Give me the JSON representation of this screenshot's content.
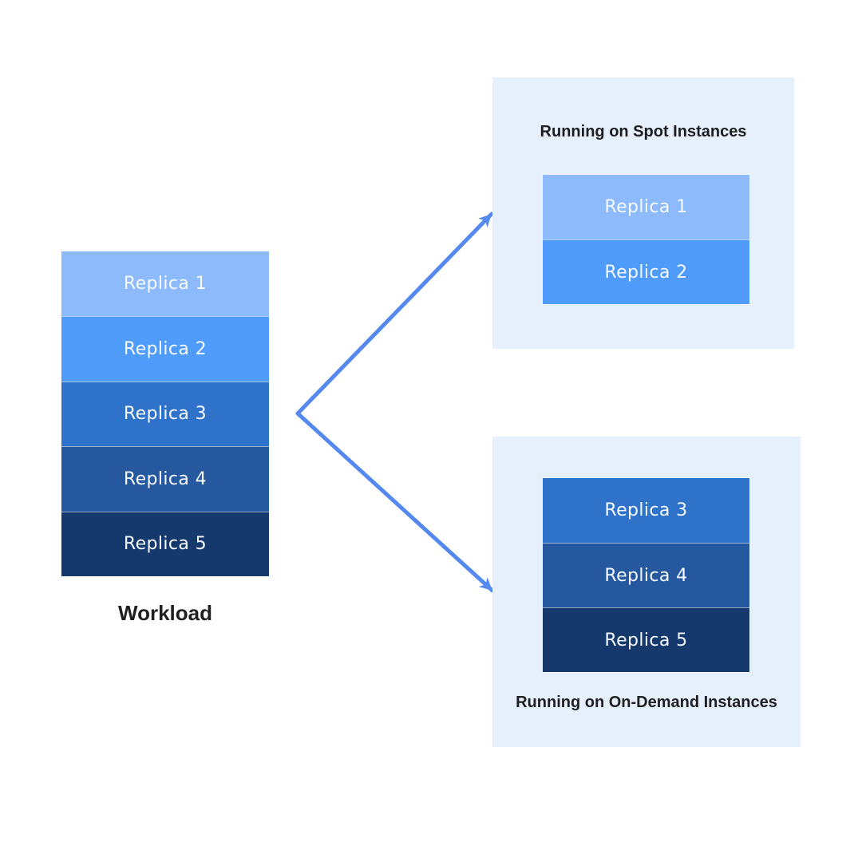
{
  "diagram": {
    "workload": {
      "label": "Workload",
      "replicas": [
        {
          "label": "Replica 1",
          "color": "#8CBAFB"
        },
        {
          "label": "Replica 2",
          "color": "#4F9BF9"
        },
        {
          "label": "Replica 3",
          "color": "#2E73C9"
        },
        {
          "label": "Replica 4",
          "color": "#25589E"
        },
        {
          "label": "Replica 5",
          "color": "#15396D"
        }
      ]
    },
    "spot_panel": {
      "title": "Running on Spot Instances",
      "background": "#E6EFFC",
      "replicas": [
        {
          "label": "Replica 1",
          "color": "#8CBAFB"
        },
        {
          "label": "Replica 2",
          "color": "#4F9BF9"
        }
      ]
    },
    "ondemand_panel": {
      "title": "Running on On-Demand Instances",
      "background": "#E6EFFC",
      "replicas": [
        {
          "label": "Replica 3",
          "color": "#2E73C9"
        },
        {
          "label": "Replica 4",
          "color": "#25589E"
        },
        {
          "label": "Replica 5",
          "color": "#15396D"
        }
      ]
    },
    "arrows": {
      "color": "#5589EF"
    }
  }
}
